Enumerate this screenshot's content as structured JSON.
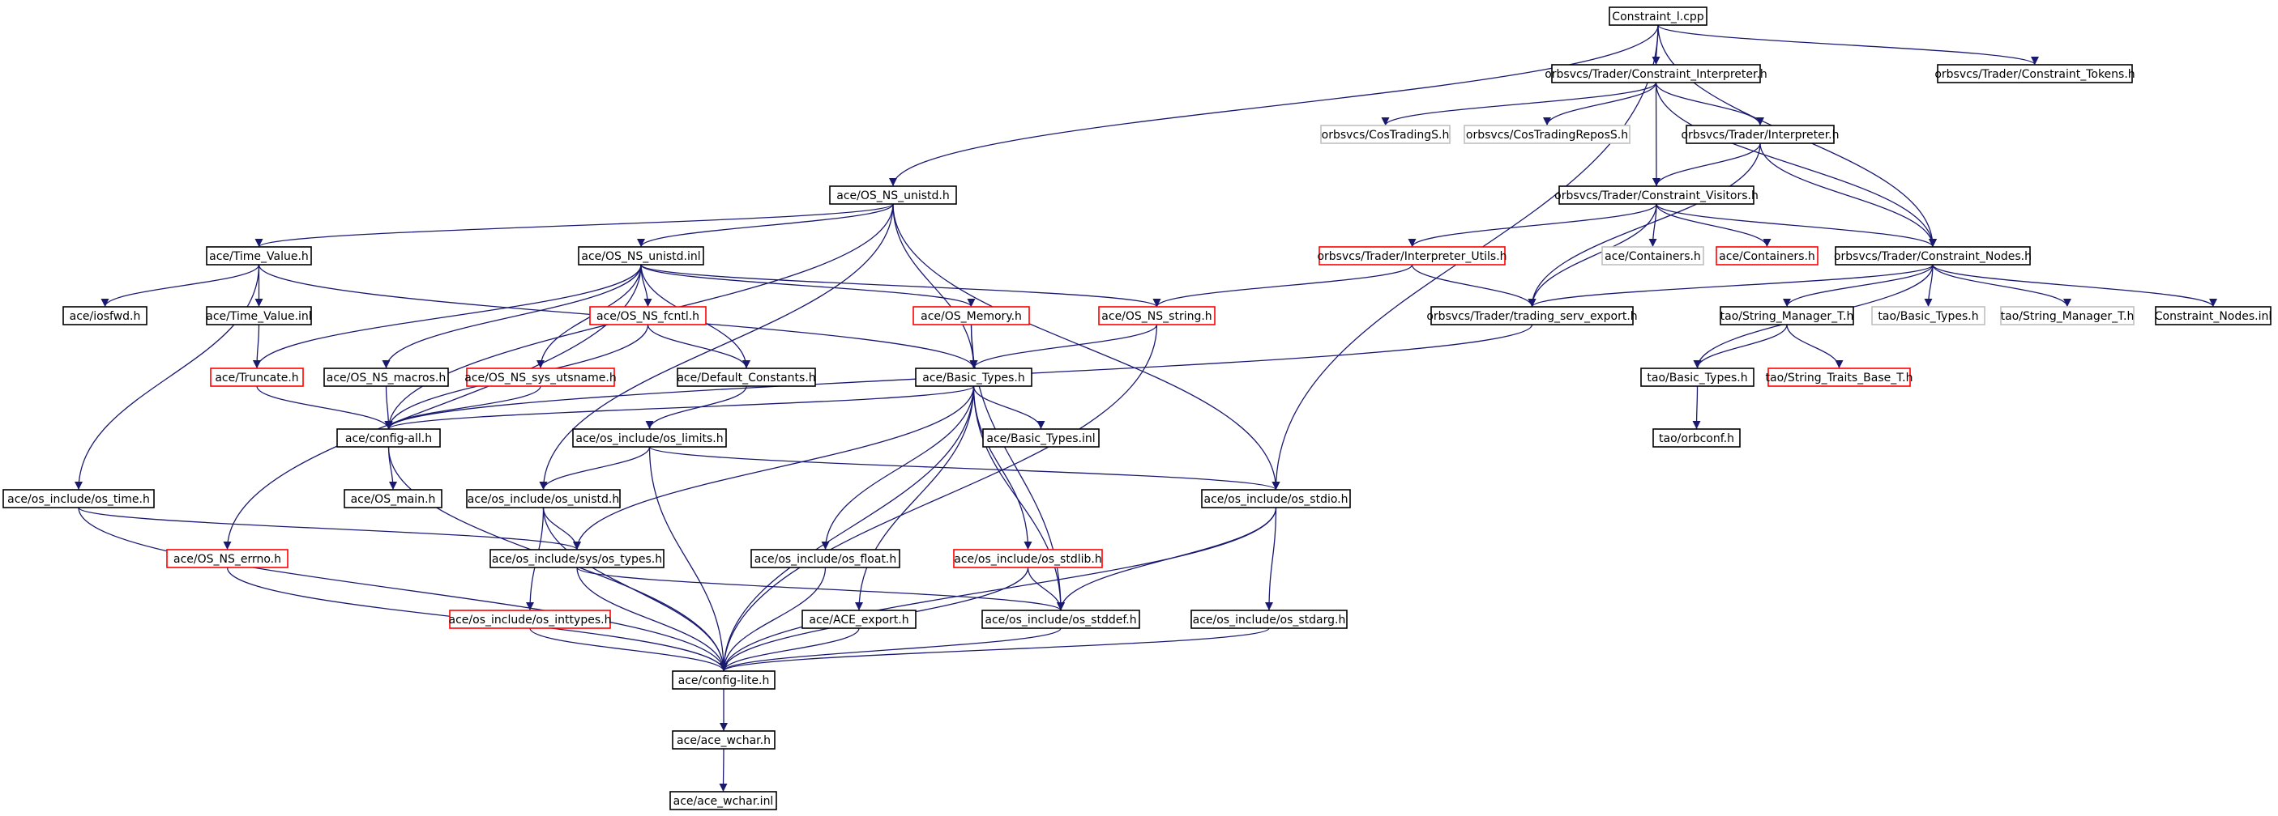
{
  "diagram": {
    "title": "",
    "colors": {
      "edge": "#191970",
      "root_fill": "#bfbfbf",
      "normal_border": "#000000",
      "missing_border": "#ff0000",
      "external_border": "#bfbfbf"
    },
    "nodes": [
      {
        "id": "n0",
        "label": "Constraint_l.cpp",
        "kind": "root"
      },
      {
        "id": "n1",
        "label": "orbsvcs/Trader/Constraint_Interpreter.h",
        "kind": "normal"
      },
      {
        "id": "n2",
        "label": "orbsvcs/Trader/Constraint_Tokens.h",
        "kind": "normal"
      },
      {
        "id": "n3",
        "label": "orbsvcs/CosTradingS.h",
        "kind": "external"
      },
      {
        "id": "n4",
        "label": "orbsvcs/CosTradingReposS.h",
        "kind": "external"
      },
      {
        "id": "n5",
        "label": "orbsvcs/Trader/Interpreter.h",
        "kind": "normal"
      },
      {
        "id": "n6",
        "label": "ace/OS_NS_unistd.h",
        "kind": "normal"
      },
      {
        "id": "n7",
        "label": "orbsvcs/Trader/Constraint_Visitors.h",
        "kind": "normal"
      },
      {
        "id": "n8",
        "label": "ace/Time_Value.h",
        "kind": "normal"
      },
      {
        "id": "n9",
        "label": "ace/OS_NS_unistd.inl",
        "kind": "normal"
      },
      {
        "id": "n10",
        "label": "orbsvcs/Trader/Interpreter_Utils.h",
        "kind": "missing"
      },
      {
        "id": "n11",
        "label": "ace/Containers.h",
        "kind": "external"
      },
      {
        "id": "n12",
        "label": "ace/Containers.h",
        "kind": "missing"
      },
      {
        "id": "n13",
        "label": "orbsvcs/Trader/Constraint_Nodes.h",
        "kind": "normal"
      },
      {
        "id": "n14",
        "label": "ace/iosfwd.h",
        "kind": "normal"
      },
      {
        "id": "n15",
        "label": "ace/Time_Value.inl",
        "kind": "normal"
      },
      {
        "id": "n16",
        "label": "ace/OS_NS_fcntl.h",
        "kind": "missing"
      },
      {
        "id": "n17",
        "label": "ace/OS_Memory.h",
        "kind": "missing"
      },
      {
        "id": "n18",
        "label": "ace/OS_NS_string.h",
        "kind": "missing"
      },
      {
        "id": "n19",
        "label": "orbsvcs/Trader/trading_serv_export.h",
        "kind": "normal"
      },
      {
        "id": "n20",
        "label": "tao/String_Manager_T.h",
        "kind": "normal"
      },
      {
        "id": "n21",
        "label": "tao/Basic_Types.h",
        "kind": "external"
      },
      {
        "id": "n22",
        "label": "tao/String_Manager_T.h",
        "kind": "external"
      },
      {
        "id": "n23",
        "label": "Constraint_Nodes.inl",
        "kind": "normal"
      },
      {
        "id": "n24",
        "label": "ace/Truncate.h",
        "kind": "missing"
      },
      {
        "id": "n25",
        "label": "ace/OS_NS_macros.h",
        "kind": "normal"
      },
      {
        "id": "n26",
        "label": "ace/OS_NS_sys_utsname.h",
        "kind": "missing"
      },
      {
        "id": "n27",
        "label": "ace/Default_Constants.h",
        "kind": "normal"
      },
      {
        "id": "n28",
        "label": "ace/Basic_Types.h",
        "kind": "normal"
      },
      {
        "id": "n29",
        "label": "tao/Basic_Types.h",
        "kind": "normal"
      },
      {
        "id": "n30",
        "label": "tao/String_Traits_Base_T.h",
        "kind": "missing"
      },
      {
        "id": "n31",
        "label": "ace/config-all.h",
        "kind": "normal"
      },
      {
        "id": "n32",
        "label": "ace/os_include/os_limits.h",
        "kind": "normal"
      },
      {
        "id": "n33",
        "label": "ace/Basic_Types.inl",
        "kind": "normal"
      },
      {
        "id": "n34",
        "label": "tao/orbconf.h",
        "kind": "normal"
      },
      {
        "id": "n35",
        "label": "ace/os_include/os_time.h",
        "kind": "normal"
      },
      {
        "id": "n36",
        "label": "ace/OS_main.h",
        "kind": "normal"
      },
      {
        "id": "n37",
        "label": "ace/os_include/os_unistd.h",
        "kind": "normal"
      },
      {
        "id": "n38",
        "label": "ace/os_include/os_stdio.h",
        "kind": "normal"
      },
      {
        "id": "n39",
        "label": "ace/OS_NS_errno.h",
        "kind": "missing"
      },
      {
        "id": "n40",
        "label": "ace/os_include/sys/os_types.h",
        "kind": "normal"
      },
      {
        "id": "n41",
        "label": "ace/os_include/os_float.h",
        "kind": "normal"
      },
      {
        "id": "n42",
        "label": "ace/os_include/os_stdlib.h",
        "kind": "missing"
      },
      {
        "id": "n43",
        "label": "ace/os_include/os_inttypes.h",
        "kind": "missing"
      },
      {
        "id": "n44",
        "label": "ace/ACE_export.h",
        "kind": "normal"
      },
      {
        "id": "n45",
        "label": "ace/os_include/os_stddef.h",
        "kind": "normal"
      },
      {
        "id": "n46",
        "label": "ace/os_include/os_stdarg.h",
        "kind": "normal"
      },
      {
        "id": "n47",
        "label": "ace/config-lite.h",
        "kind": "normal"
      },
      {
        "id": "n48",
        "label": "ace/ace_wchar.h",
        "kind": "normal"
      },
      {
        "id": "n49",
        "label": "ace/ace_wchar.inl",
        "kind": "normal"
      }
    ],
    "edges": [
      [
        "n0",
        "n1"
      ],
      [
        "n0",
        "n2"
      ],
      [
        "n0",
        "n6"
      ],
      [
        "n0",
        "n13"
      ],
      [
        "n0",
        "n38"
      ],
      [
        "n1",
        "n3"
      ],
      [
        "n1",
        "n4"
      ],
      [
        "n1",
        "n5"
      ],
      [
        "n1",
        "n7"
      ],
      [
        "n1",
        "n13"
      ],
      [
        "n5",
        "n7"
      ],
      [
        "n5",
        "n13"
      ],
      [
        "n5",
        "n19"
      ],
      [
        "n7",
        "n10"
      ],
      [
        "n7",
        "n11"
      ],
      [
        "n7",
        "n12"
      ],
      [
        "n7",
        "n13"
      ],
      [
        "n7",
        "n19"
      ],
      [
        "n10",
        "n19"
      ],
      [
        "n10",
        "n18"
      ],
      [
        "n13",
        "n19"
      ],
      [
        "n13",
        "n20"
      ],
      [
        "n13",
        "n21"
      ],
      [
        "n13",
        "n22"
      ],
      [
        "n13",
        "n23"
      ],
      [
        "n13",
        "n29"
      ],
      [
        "n19",
        "n31"
      ],
      [
        "n20",
        "n29"
      ],
      [
        "n20",
        "n30"
      ],
      [
        "n29",
        "n34"
      ],
      [
        "n6",
        "n8"
      ],
      [
        "n6",
        "n9"
      ],
      [
        "n6",
        "n28"
      ],
      [
        "n6",
        "n31"
      ],
      [
        "n6",
        "n37"
      ],
      [
        "n6",
        "n38"
      ],
      [
        "n8",
        "n14"
      ],
      [
        "n8",
        "n15"
      ],
      [
        "n8",
        "n28"
      ],
      [
        "n8",
        "n35"
      ],
      [
        "n15",
        "n24"
      ],
      [
        "n9",
        "n16"
      ],
      [
        "n9",
        "n17"
      ],
      [
        "n9",
        "n18"
      ],
      [
        "n9",
        "n24"
      ],
      [
        "n9",
        "n25"
      ],
      [
        "n9",
        "n26"
      ],
      [
        "n9",
        "n27"
      ],
      [
        "n9",
        "n39"
      ],
      [
        "n16",
        "n27"
      ],
      [
        "n16",
        "n31"
      ],
      [
        "n17",
        "n28"
      ],
      [
        "n17",
        "n45"
      ],
      [
        "n18",
        "n28"
      ],
      [
        "n18",
        "n47"
      ],
      [
        "n24",
        "n31"
      ],
      [
        "n25",
        "n31"
      ],
      [
        "n26",
        "n31"
      ],
      [
        "n27",
        "n32"
      ],
      [
        "n28",
        "n31"
      ],
      [
        "n28",
        "n33"
      ],
      [
        "n28",
        "n40"
      ],
      [
        "n28",
        "n41"
      ],
      [
        "n28",
        "n42"
      ],
      [
        "n28",
        "n44"
      ],
      [
        "n28",
        "n45"
      ],
      [
        "n28",
        "n47"
      ],
      [
        "n31",
        "n36"
      ],
      [
        "n31",
        "n47"
      ],
      [
        "n32",
        "n37"
      ],
      [
        "n32",
        "n38"
      ],
      [
        "n32",
        "n47"
      ],
      [
        "n35",
        "n40"
      ],
      [
        "n35",
        "n47"
      ],
      [
        "n37",
        "n40"
      ],
      [
        "n37",
        "n43"
      ],
      [
        "n37",
        "n47"
      ],
      [
        "n38",
        "n45"
      ],
      [
        "n38",
        "n46"
      ],
      [
        "n38",
        "n47"
      ],
      [
        "n39",
        "n47"
      ],
      [
        "n40",
        "n45"
      ],
      [
        "n40",
        "n47"
      ],
      [
        "n41",
        "n47"
      ],
      [
        "n42",
        "n45"
      ],
      [
        "n42",
        "n47"
      ],
      [
        "n43",
        "n47"
      ],
      [
        "n44",
        "n47"
      ],
      [
        "n45",
        "n47"
      ],
      [
        "n46",
        "n47"
      ],
      [
        "n47",
        "n48"
      ],
      [
        "n48",
        "n49"
      ]
    ]
  }
}
